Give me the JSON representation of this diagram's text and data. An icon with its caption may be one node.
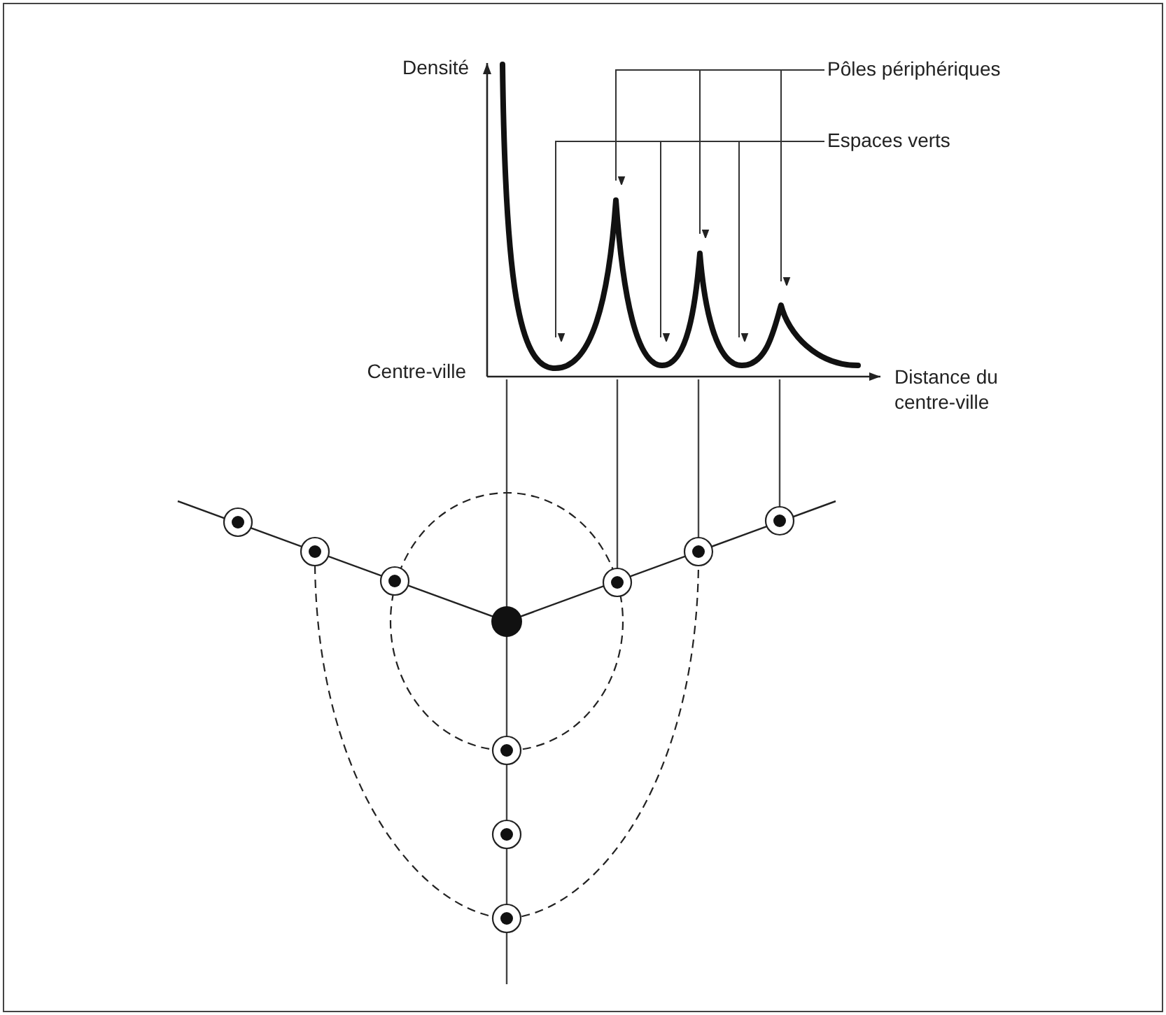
{
  "diagram": {
    "nodes": [
      {
        "text": [
          "Pôles périphériques"
        ]
      },
      {
        "text": [
          "Espaces verts"
        ]
      }
    ],
    "edges": [
      {
        "from": 0,
        "to": null,
        "arrow": "to"
      },
      {
        "from": 0,
        "to": null,
        "arrow": "to"
      },
      {
        "from": 0,
        "to": null,
        "arrow": "to"
      },
      {
        "from": 1,
        "to": null,
        "arrow": "to"
      },
      {
        "from": 1,
        "to": null,
        "arrow": "to"
      },
      {
        "from": 1,
        "to": null,
        "arrow": "to"
      }
    ],
    "labels": [
      "Densité",
      "Centre-ville",
      "Distance du centre-ville"
    ]
  }
}
